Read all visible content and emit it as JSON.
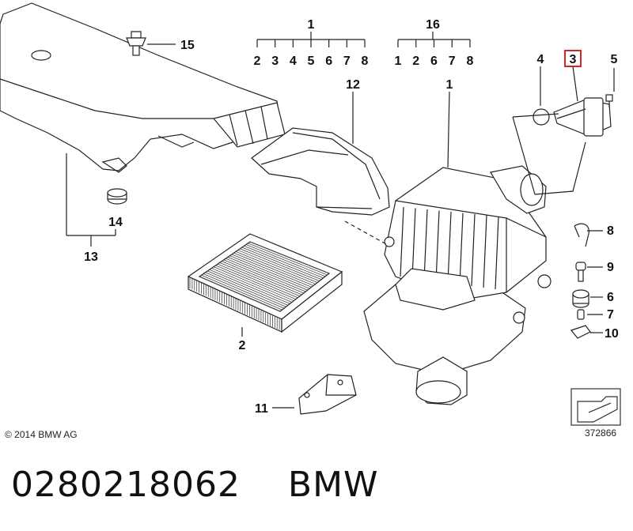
{
  "diagram": {
    "groups": [
      {
        "id": "group-1",
        "label": "1",
        "subs": [
          "2",
          "3",
          "4",
          "5",
          "6",
          "7",
          "8"
        ]
      },
      {
        "id": "group-16",
        "label": "16",
        "subs": [
          "1",
          "2",
          "6",
          "7",
          "8"
        ]
      }
    ],
    "callouts": {
      "c1": "1",
      "c2": "2",
      "c3": "3",
      "c4": "4",
      "c5": "5",
      "c6": "6",
      "c7": "7",
      "c8": "8",
      "c9": "9",
      "c10": "10",
      "c11": "11",
      "c12": "12",
      "c13": "13",
      "c14": "14",
      "c15": "15"
    },
    "highlight_color": "#d9232a",
    "copyright": "© 2014 BMW AG",
    "figure_number": "372866"
  },
  "caption": {
    "part_number": "0280218062",
    "brand": "BMW"
  }
}
